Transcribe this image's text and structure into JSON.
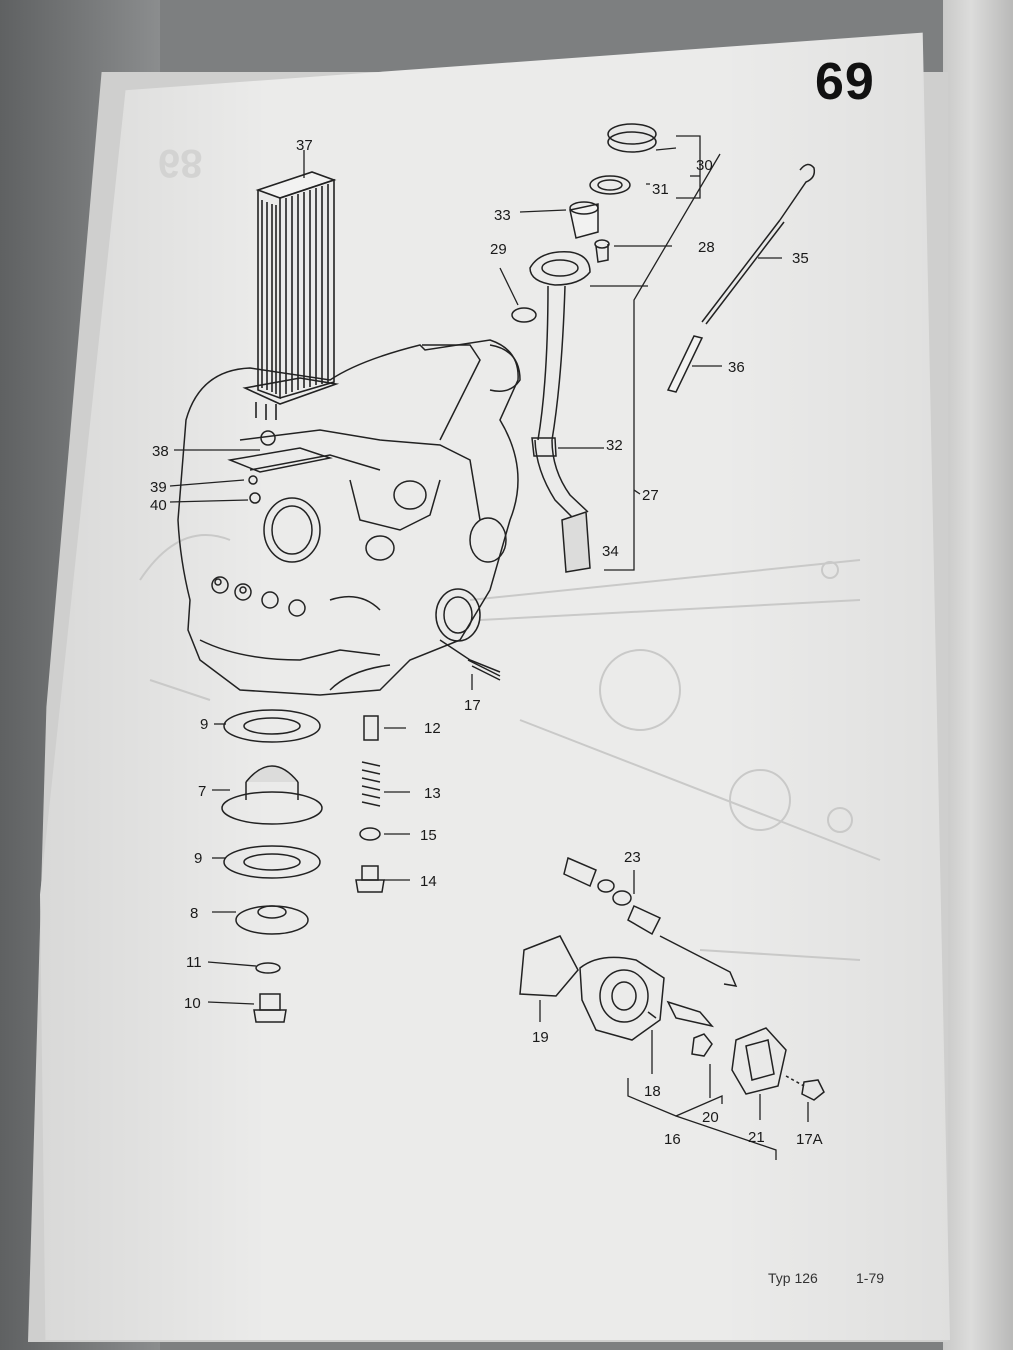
{
  "page": {
    "number": "69",
    "ghost_number": "68",
    "footer_model": "Typ 126",
    "footer_edition": "1-79"
  },
  "callouts": {
    "c37": "37",
    "c30": "30",
    "c31": "31",
    "c33": "33",
    "c28": "28",
    "c29": "29",
    "c35": "35",
    "c36": "36",
    "c32": "32",
    "c27": "27",
    "c34": "34",
    "c38": "38",
    "c39": "39",
    "c40": "40",
    "c17": "17",
    "c9a": "9",
    "c12": "12",
    "c7": "7",
    "c13": "13",
    "c15": "15",
    "c9b": "9",
    "c14": "14",
    "c8": "8",
    "c11": "11",
    "c10": "10",
    "c23": "23",
    "c19": "19",
    "c18": "18",
    "c20": "20",
    "c16": "16",
    "c21": "21",
    "c17a": "17A"
  }
}
